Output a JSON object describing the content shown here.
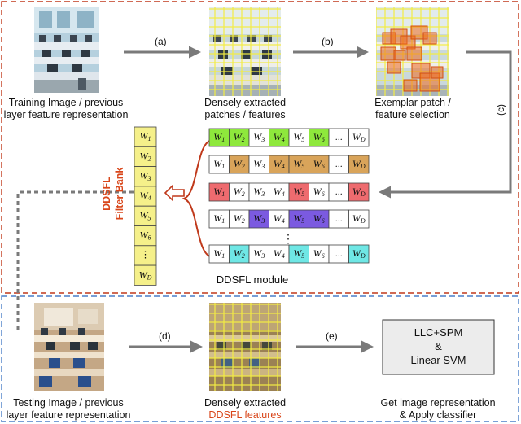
{
  "captions": {
    "training": [
      "Training Image / previous",
      "layer feature representation"
    ],
    "dense_top": [
      "Densely extracted",
      "patches / features"
    ],
    "exemplar": [
      "Exemplar patch /",
      "feature selection"
    ],
    "module": "DDSFL module",
    "testing": [
      "Testing Image / previous",
      "layer feature representation"
    ],
    "dense_bottom_line1": "Densely extracted",
    "dense_bottom_line2": "DDSFL features",
    "classify": [
      "Get image representation",
      "& Apply classifier"
    ]
  },
  "arrows": {
    "a": "(a)",
    "b": "(b)",
    "c": "(c)",
    "d": "(d)",
    "e": "(e)"
  },
  "filter_bank": {
    "title_line1": "DDSFL",
    "title_line2": "Filter Bank",
    "cells": [
      {
        "base": "W",
        "sub": "1"
      },
      {
        "base": "W",
        "sub": "2"
      },
      {
        "base": "W",
        "sub": "3"
      },
      {
        "base": "W",
        "sub": "4"
      },
      {
        "base": "W",
        "sub": "5"
      },
      {
        "base": "W",
        "sub": "6"
      },
      {
        "base": "⋮",
        "sub": ""
      },
      {
        "base": "W",
        "sub": "D"
      }
    ]
  },
  "rows": {
    "labels": [
      {
        "base": "W",
        "sub": "1"
      },
      {
        "base": "W",
        "sub": "2"
      },
      {
        "base": "W",
        "sub": "3"
      },
      {
        "base": "W",
        "sub": "4"
      },
      {
        "base": "W",
        "sub": "5"
      },
      {
        "base": "W",
        "sub": "6"
      },
      {
        "base": "...",
        "sub": ""
      },
      {
        "base": "W",
        "sub": "D"
      }
    ],
    "highlighted": [
      [
        0,
        1,
        3,
        5
      ],
      [
        1,
        3,
        4,
        5,
        7
      ],
      [
        0,
        4,
        7
      ],
      [
        2,
        4,
        5
      ],
      [
        1,
        4,
        7
      ]
    ],
    "vertical_ellipsis": "⋮"
  },
  "llc_box": {
    "line1": "LLC+SPM",
    "line2": "&",
    "line3": "Linear SVM"
  },
  "colors": {
    "red_dashed": "#c0391b",
    "blue_dashed": "#4a7fc8",
    "filter_yellow": "#f5f08a",
    "arrow_gray": "#7a7a7a",
    "exemplar_orange": "#ee6a1f",
    "caption_red": "#d9461a",
    "row_colors": [
      "#8ee83c",
      "#d9a45a",
      "#ee6b6f",
      "#7b5ae0",
      "#6fe7e5"
    ]
  },
  "icons": [
    "classroom-photo",
    "grid-overlay",
    "orange-patch-selection",
    "brace",
    "outline-arrow-left"
  ]
}
